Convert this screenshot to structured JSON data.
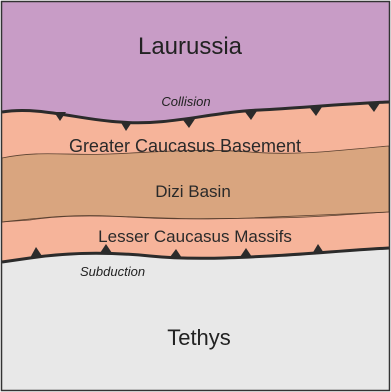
{
  "regions": {
    "laurussia": "Laurussia",
    "greater_caucasus": "Greater Caucasus Basement",
    "dizi_basin": "Dizi Basin",
    "lesser_caucasus": "Lesser Caucasus Massifs",
    "tethys": "Tethys"
  },
  "boundaries": {
    "collision": "Collision",
    "subduction": "Subduction"
  },
  "colors": {
    "laurussia": "#c89cc6",
    "basement": "#f6b49a",
    "dizi_basin": "#d9a57f",
    "tethys": "#e8e8e8",
    "line": "#2b2b2b"
  }
}
